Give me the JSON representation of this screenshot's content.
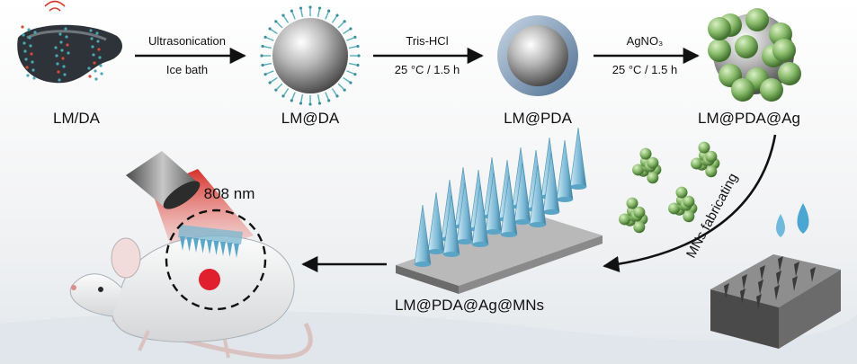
{
  "labels": {
    "lm_da": "LM/DA",
    "lm_at_da": "LM@DA",
    "lm_pda": "LM@PDA",
    "lm_pda_ag": "LM@PDA@Ag",
    "mns": "LM@PDA@Ag@MNs",
    "laser": "808 nm"
  },
  "steps": {
    "s1_top": "Ultrasonication",
    "s1_bottom": "Ice bath",
    "s2_top": "Tris-HCl",
    "s2_bottom": "25 °C / 1.5 h",
    "s3_top": "AgNO₃",
    "s3_bottom": "25 °C / 1.5 h",
    "s4": "MNs fabricating"
  },
  "colors": {
    "silver": "#9a9a9a",
    "pda_ring": "#6f8fb0",
    "ag_green": "#86b868",
    "cone_blue": "#79b7d4",
    "laser_red": "#e5352b",
    "dot_red": "#e0202c"
  }
}
